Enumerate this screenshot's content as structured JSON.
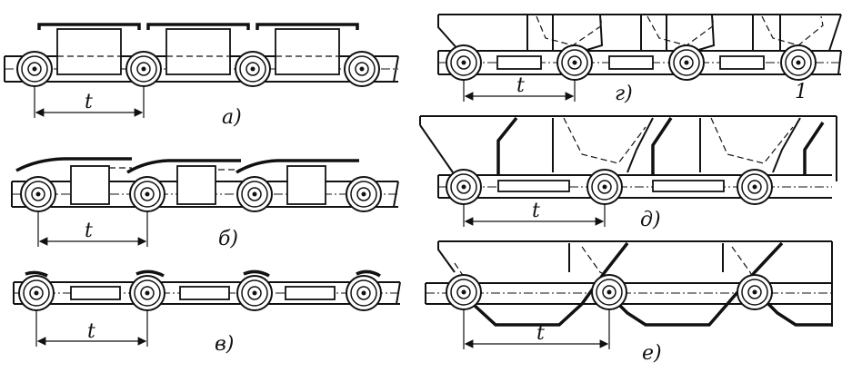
{
  "diagrams": [
    {
      "id": "a",
      "label": "а)",
      "pitch_label": "t"
    },
    {
      "id": "b",
      "label": "б)",
      "pitch_label": "t"
    },
    {
      "id": "v",
      "label": "в)",
      "pitch_label": "t"
    },
    {
      "id": "g",
      "label": "г)",
      "pitch_label": "t",
      "callout": "1"
    },
    {
      "id": "d",
      "label": "д)",
      "pitch_label": "t"
    },
    {
      "id": "e",
      "label": "е)",
      "pitch_label": "t"
    }
  ]
}
